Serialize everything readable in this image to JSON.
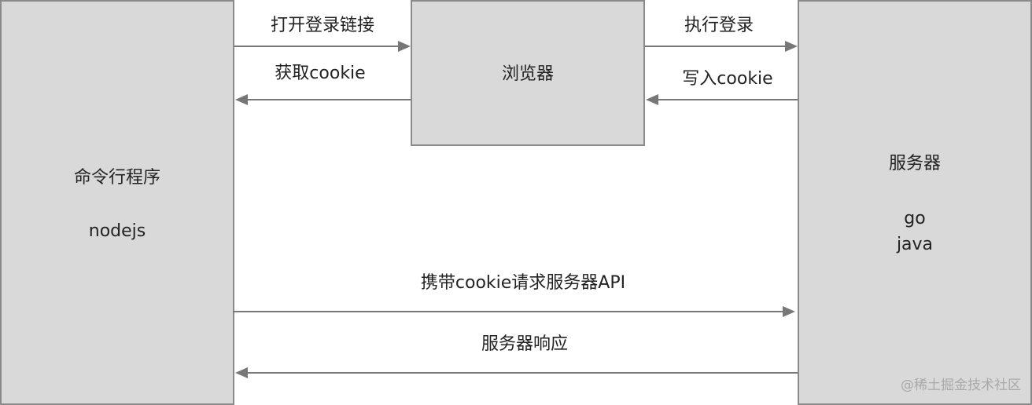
{
  "nodes": {
    "cli": {
      "title": "命令行程序",
      "subtitle": "nodejs"
    },
    "browser": {
      "title": "浏览器"
    },
    "server": {
      "title": "服务器",
      "line1": "go",
      "line2": "java"
    }
  },
  "edges": {
    "open_login_link": "打开登录链接",
    "get_cookie": "获取cookie",
    "do_login": "执行登录",
    "write_cookie": "写入cookie",
    "request_api": "携带cookie请求服务器API",
    "server_response": "服务器响应"
  },
  "watermark": "@稀土掘金技术社区",
  "colors": {
    "box_fill": "#d9d9d9",
    "box_border": "#8a8a8a",
    "arrow": "#777777",
    "text": "#222222"
  }
}
